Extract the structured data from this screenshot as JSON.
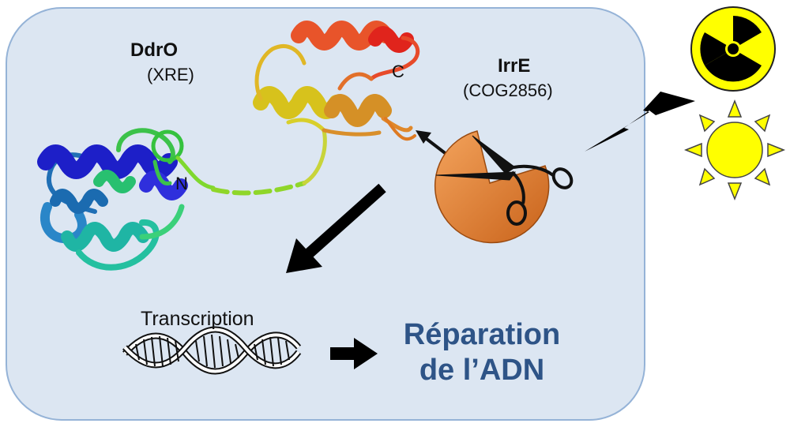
{
  "ddro": {
    "name": "DdrO",
    "family": "(XRE)",
    "n_terminus": "N",
    "c_terminus": "C"
  },
  "irre": {
    "name": "IrrE",
    "family": "(COG2856)"
  },
  "process": {
    "transcription": "Transcription",
    "repair_line1": "Réparation",
    "repair_line2": "de l’ADN"
  },
  "icons": [
    "radiation-icon",
    "sun-icon",
    "lightning-icon",
    "scissors-icon",
    "dna-helix-icon"
  ],
  "colors": {
    "cell_fill": "#dce6f2",
    "cell_stroke": "#95b3d7",
    "accent_text": "#2e5487",
    "protease": "#d9772a",
    "radiation_yellow": "#ffff00"
  }
}
